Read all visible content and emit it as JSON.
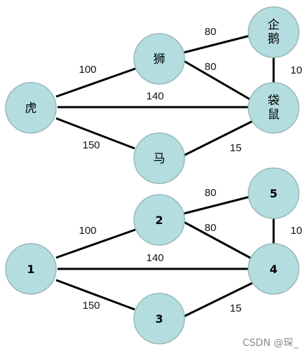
{
  "graphs": [
    {
      "nodes": {
        "tiger": "虎",
        "lion_char": "狮",
        "penguin_top": "企",
        "penguin_bottom": "鹅",
        "kangaroo_top": "袋",
        "kangaroo_bottom": "鼠",
        "horse": "马"
      },
      "weights": {
        "tiger_lion": "100",
        "lion_penguin": "80",
        "lion_kangaroo": "80",
        "penguin_kangaroo": "10",
        "tiger_kangaroo": "140",
        "tiger_horse": "150",
        "horse_kangaroo": "15"
      }
    },
    {
      "nodes": {
        "n1": "1",
        "n2": "2",
        "n3": "3",
        "n4": "4",
        "n5": "5"
      },
      "weights": {
        "e1_2": "100",
        "e2_5": "80",
        "e2_4": "80",
        "e5_4": "10",
        "e1_4": "140",
        "e1_3": "150",
        "e3_4": "15"
      }
    }
  ],
  "watermark": "CSDN @琛_"
}
